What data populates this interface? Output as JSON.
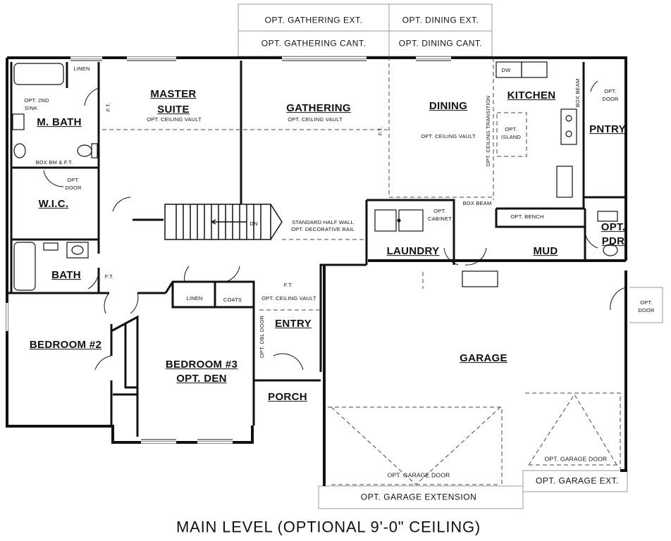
{
  "rooms": {
    "master_suite_line1": "MASTER",
    "master_suite_line2": "SUITE",
    "gathering": "GATHERING",
    "dining": "DINING",
    "kitchen": "KITCHEN",
    "pantry": "PNTRY",
    "m_bath": "M. BATH",
    "wic": "W.I.C.",
    "bath": "BATH",
    "laundry": "LAUNDRY",
    "mud": "MUD",
    "opt_pdr_line1": "OPT.",
    "opt_pdr_line2": "PDR",
    "entry": "ENTRY",
    "bedroom2": "BEDROOM #2",
    "bedroom3_line1": "BEDROOM #3",
    "bedroom3_line2": "OPT. DEN",
    "porch": "PORCH",
    "garage": "GARAGE"
  },
  "options": {
    "gathering_ext": "OPT. GATHERING EXT.",
    "dining_ext": "OPT. DINING EXT.",
    "gathering_cant": "OPT. GATHERING CANT.",
    "dining_cant": "OPT. DINING CANT.",
    "garage_extension": "OPT. GARAGE EXTENSION",
    "garage_ext": "OPT. GARAGE EXT."
  },
  "notes": {
    "linen_top": "LINEN",
    "opt_2nd_sink_line1": "OPT. 2ND",
    "opt_2nd_sink_line2": "SINK",
    "box_bm_ft": "BOX BM & F.T.",
    "opt_door_wic_line1": "OPT.",
    "opt_door_wic_line2": "DOOR",
    "ft_master": "F.T.",
    "master_vault": "OPT. CEILING VAULT",
    "gathering_vault": "OPT. CEILING VAULT",
    "ft_gathering": "F.T.",
    "dining_vault": "OPT. CEILING VAULT",
    "ceiling_transition": "OPT. CEILING TRANSITION",
    "dw": "DW",
    "opt_island_line1": "OPT.",
    "opt_island_line2": "ISLAND",
    "box_beam_kitchen": "BOX BEAM",
    "opt_door_pantry_line1": "OPT.",
    "opt_door_pantry_line2": "DOOR",
    "box_beam_laundry": "BOX BEAM",
    "opt_cabinet_line1": "OPT.",
    "opt_cabinet_line2": "CABINET",
    "opt_bench": "OPT. BENCH",
    "stair_dn": "DN",
    "half_wall_line1": "STANDARD HALF WALL",
    "half_wall_line2": "OPT. DECORATIVE RAIL",
    "ft_bath": "F.T.",
    "linen_hall": "LINEN",
    "coats": "COATS",
    "ft_entry": "F.T.",
    "entry_vault": "OPT. CEILING VAULT",
    "opt_dbl_door": "OPT. DBL DOOR",
    "opt_door_garage_line1": "OPT.",
    "opt_door_garage_line2": "DOOR",
    "opt_garage_door_left": "OPT. GARAGE DOOR",
    "opt_garage_door_right": "OPT. GARAGE DOOR"
  },
  "title": "MAIN LEVEL (OPTIONAL 9'-0\" CEILING)"
}
